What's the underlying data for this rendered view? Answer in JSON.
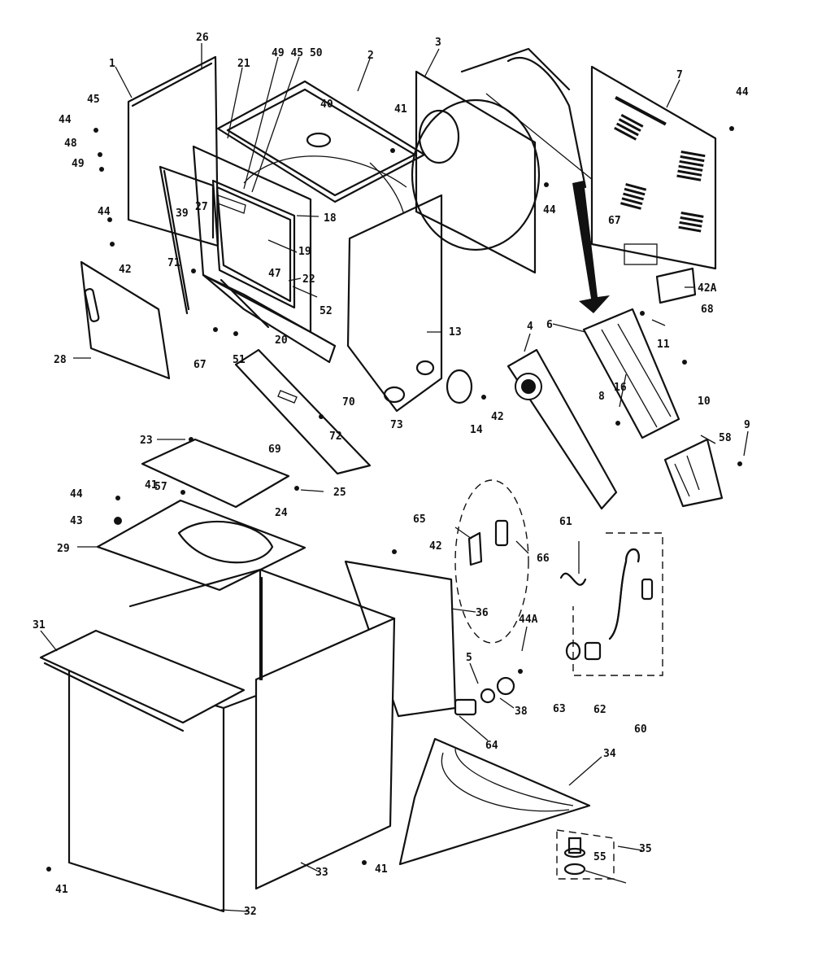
{
  "diagram": {
    "callouts": [
      {
        "id": "c26",
        "text": "26"
      },
      {
        "id": "c4950",
        "text": "49 45 50"
      },
      {
        "id": "c1",
        "text": "1"
      },
      {
        "id": "c21",
        "text": "21"
      },
      {
        "id": "c2",
        "text": "2"
      },
      {
        "id": "c3",
        "text": "3"
      },
      {
        "id": "c7",
        "text": "7"
      },
      {
        "id": "c44a",
        "text": "44"
      },
      {
        "id": "c45",
        "text": "45"
      },
      {
        "id": "c44b",
        "text": "44"
      },
      {
        "id": "c48",
        "text": "48"
      },
      {
        "id": "c49",
        "text": "49"
      },
      {
        "id": "c40",
        "text": "40"
      },
      {
        "id": "c41a",
        "text": "41"
      },
      {
        "id": "c39",
        "text": "39"
      },
      {
        "id": "c27",
        "text": "27"
      },
      {
        "id": "c18",
        "text": "18"
      },
      {
        "id": "c44c",
        "text": "44"
      },
      {
        "id": "c44d",
        "text": "44"
      },
      {
        "id": "c67a",
        "text": "67"
      },
      {
        "id": "c42a",
        "text": "42"
      },
      {
        "id": "c19",
        "text": "19"
      },
      {
        "id": "c47",
        "text": "47"
      },
      {
        "id": "c71",
        "text": "71"
      },
      {
        "id": "c22",
        "text": "22"
      },
      {
        "id": "c52",
        "text": "52"
      },
      {
        "id": "c42A",
        "text": "42A"
      },
      {
        "id": "c68",
        "text": "68"
      },
      {
        "id": "c4",
        "text": "4"
      },
      {
        "id": "c6",
        "text": "6"
      },
      {
        "id": "c11",
        "text": "11"
      },
      {
        "id": "c28",
        "text": "28"
      },
      {
        "id": "c20",
        "text": "20"
      },
      {
        "id": "c67b",
        "text": "67"
      },
      {
        "id": "c51",
        "text": "51"
      },
      {
        "id": "c13",
        "text": "13"
      },
      {
        "id": "c70",
        "text": "70"
      },
      {
        "id": "c10",
        "text": "10"
      },
      {
        "id": "c8",
        "text": "8"
      },
      {
        "id": "c16",
        "text": "16"
      },
      {
        "id": "c73",
        "text": "73"
      },
      {
        "id": "c14",
        "text": "14"
      },
      {
        "id": "c42b",
        "text": "42"
      },
      {
        "id": "c69",
        "text": "69"
      },
      {
        "id": "c72",
        "text": "72"
      },
      {
        "id": "c9",
        "text": "9"
      },
      {
        "id": "c58",
        "text": "58"
      },
      {
        "id": "c23",
        "text": "23"
      },
      {
        "id": "c25",
        "text": "25"
      },
      {
        "id": "c44e",
        "text": "44"
      },
      {
        "id": "c41b",
        "text": "41"
      },
      {
        "id": "c57",
        "text": "57"
      },
      {
        "id": "c24",
        "text": "24"
      },
      {
        "id": "c43",
        "text": "43"
      },
      {
        "id": "c29",
        "text": "29"
      },
      {
        "id": "c65",
        "text": "65"
      },
      {
        "id": "c42c",
        "text": "42"
      },
      {
        "id": "c66",
        "text": "66"
      },
      {
        "id": "c61",
        "text": "61"
      },
      {
        "id": "c36",
        "text": "36"
      },
      {
        "id": "c31",
        "text": "31"
      },
      {
        "id": "c44A",
        "text": "44A"
      },
      {
        "id": "c5",
        "text": "5"
      },
      {
        "id": "c38",
        "text": "38"
      },
      {
        "id": "c63",
        "text": "63"
      },
      {
        "id": "c62",
        "text": "62"
      },
      {
        "id": "c60",
        "text": "60"
      },
      {
        "id": "c64",
        "text": "64"
      },
      {
        "id": "c34",
        "text": "34"
      },
      {
        "id": "c35",
        "text": "35"
      },
      {
        "id": "c55",
        "text": "55"
      },
      {
        "id": "c41c",
        "text": "41"
      },
      {
        "id": "c33",
        "text": "33"
      },
      {
        "id": "c41d",
        "text": "41"
      },
      {
        "id": "c32",
        "text": "32"
      }
    ]
  }
}
